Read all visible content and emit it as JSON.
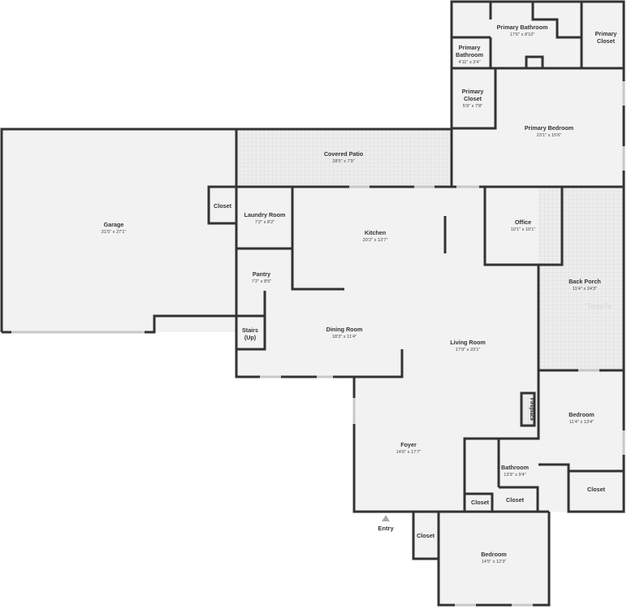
{
  "rooms": {
    "garage": {
      "name": "Garage",
      "dims": "31'5\" x 27'1\""
    },
    "covered_patio": {
      "name": "Covered Patio",
      "dims": "28'5\" x 7'9\""
    },
    "primary_bathroom": {
      "name": "Primary Bathroom",
      "dims": "17'6\" x 8'10\""
    },
    "primary_bathroom_small": {
      "name_line1": "Primary",
      "name_line2": "Bathroom",
      "dims": "4'11\" x 3'4\""
    },
    "primary_closet_top": {
      "name_line1": "Primary",
      "name_line2": "Closet"
    },
    "primary_closet": {
      "name_line1": "Primary",
      "name_line2": "Closet",
      "dims": "5'9\" x 7'8\""
    },
    "primary_bedroom": {
      "name": "Primary Bedroom",
      "dims": "23'1\" x 15'6\""
    },
    "closet_garage": {
      "name": "Closet"
    },
    "laundry_room": {
      "name": "Laundry Room",
      "dims": "7'2\" x 8'2\""
    },
    "kitchen": {
      "name": "Kitchen",
      "dims": "20'2\" x 13'7\""
    },
    "office": {
      "name": "Office",
      "dims": "10'1\" x 10'1\""
    },
    "pantry": {
      "name": "Pantry",
      "dims": "7'2\" x 8'5\""
    },
    "back_porch": {
      "name": "Back Porch",
      "dims": "11'4\" x 24'3\""
    },
    "stairs": {
      "name_line1": "Stairs",
      "name_line2": "(Up)"
    },
    "dining_room": {
      "name": "Dining Room",
      "dims": "18'3\" x 11'4\""
    },
    "living_room": {
      "name": "Living Room",
      "dims": "17'9\" x 23'1\""
    },
    "bedroom_right": {
      "name": "Bedroom",
      "dims": "11'4\" x 13'4\""
    },
    "foyer": {
      "name": "Foyer",
      "dims": "14'6\" x 17'7\""
    },
    "bathroom": {
      "name": "Bathroom",
      "dims": "13'9\" x 9'4\""
    },
    "closet_bath_a": {
      "name": "Closet"
    },
    "closet_bath_b": {
      "name": "Closet"
    },
    "closet_right": {
      "name": "Closet"
    },
    "closet_bottom": {
      "name": "Closet"
    },
    "bedroom_bottom": {
      "name": "Bedroom",
      "dims": "14'5\" x 12'3\""
    }
  },
  "fireplace_label": "Fireplace",
  "entry_label": "Entry",
  "watermark": "TodoTe",
  "colors": {
    "floor": "#f2f2f2",
    "wall": "#333333",
    "patio": "#e9e9e9",
    "window": "#c8c8c8"
  }
}
